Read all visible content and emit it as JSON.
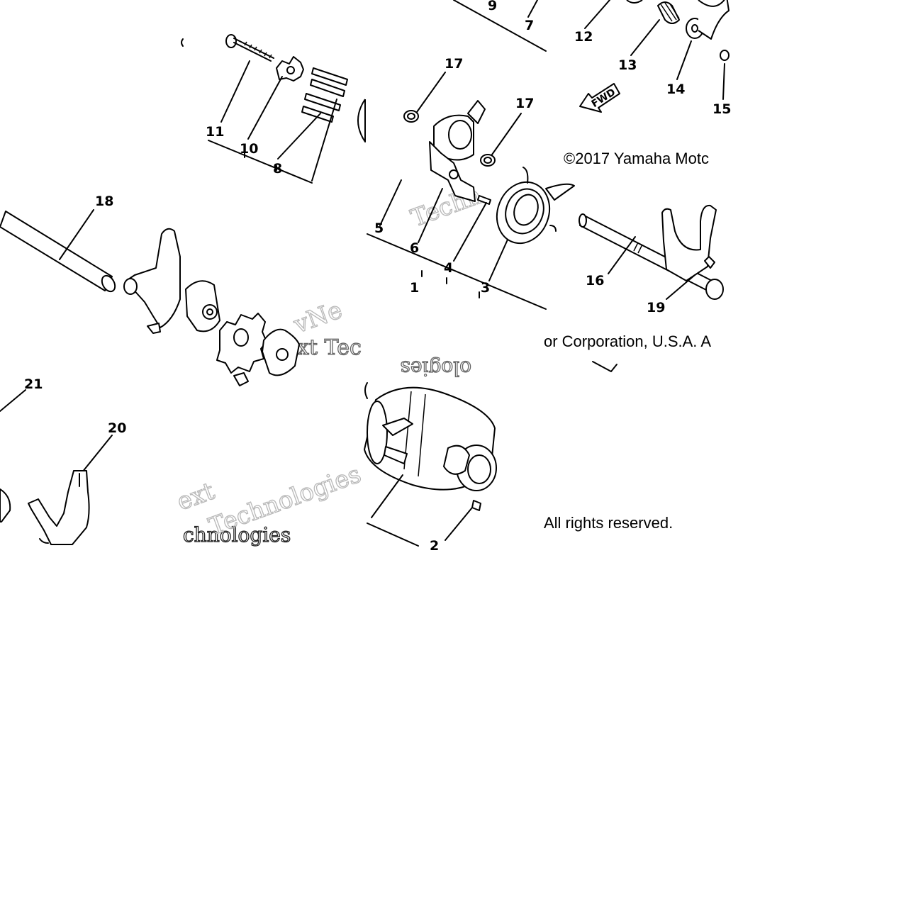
{
  "copyright": {
    "line1": "©2017 Yamaha Motc",
    "line2": "or Corporation, U.S.A. A",
    "line3": "All rights reserved."
  },
  "watermarks": [
    "Techn",
    "vNe",
    "Next Tec",
    "ologies",
    "ext",
    "chnologies",
    "Technologies"
  ],
  "direction_label": "FWD",
  "part_numbers": [
    "1",
    "2",
    "3",
    "4",
    "5",
    "6",
    "7",
    "8",
    "9",
    "10",
    "11",
    "12",
    "13",
    "14",
    "15",
    "16",
    "17",
    "17",
    "18",
    "19",
    "20",
    "21"
  ],
  "colors": {
    "line": "#000000",
    "background": "#ffffff",
    "watermark": "#b8b8b8"
  }
}
